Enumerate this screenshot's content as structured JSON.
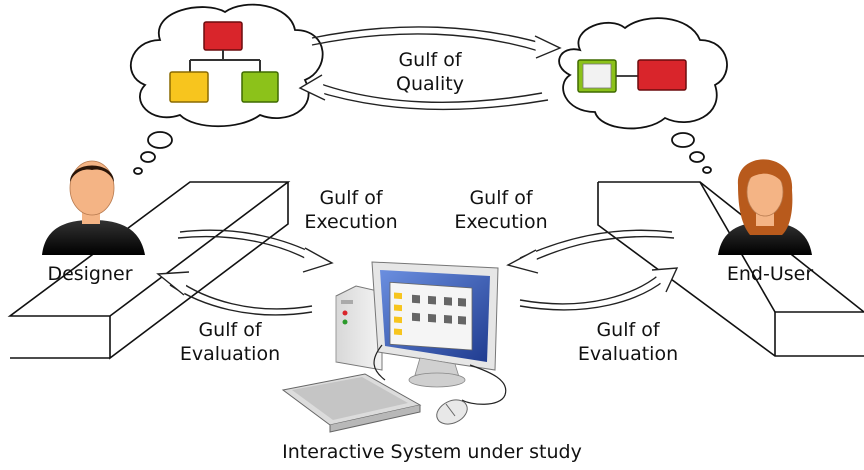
{
  "labels": {
    "gulf_quality": [
      "Gulf of",
      "Quality"
    ],
    "gulf_execution_left": [
      "Gulf of",
      "Execution"
    ],
    "gulf_execution_right": [
      "Gulf of",
      "Execution"
    ],
    "gulf_evaluation_left": [
      "Gulf of",
      "Evaluation"
    ],
    "gulf_evaluation_right": [
      "Gulf of",
      "Evaluation"
    ],
    "designer": "Designer",
    "end_user": "End-User",
    "system": "Interactive System under study"
  },
  "colors": {
    "red_box": "#d9252b",
    "yellow_box": "#f7c51e",
    "green_box": "#8cc21a",
    "screen_blue": "#2f4fa8",
    "skin": "#f4b485",
    "hair_female": "#b85a1c",
    "shirt": "#111111"
  },
  "icons": [
    "thought-cloud",
    "hierarchy-diagram",
    "person-designer",
    "person-end-user",
    "desktop-computer",
    "keyboard",
    "mouse"
  ]
}
